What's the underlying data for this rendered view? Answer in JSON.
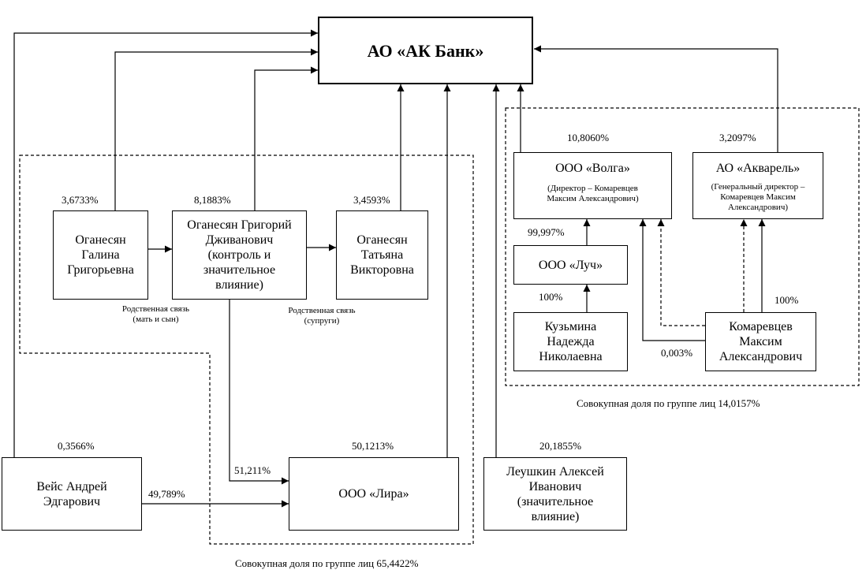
{
  "entities": {
    "bank": "АО «АК Банк»",
    "galina": "Оганесян\nГалина\nГригорьевна",
    "grigory": "Оганесян Григорий\nДживанович\n(контроль и\nзначительное\nвлияние)",
    "tatyana": "Оганесян\nТатьяна\nВикторовна",
    "veis": "Вейс Андрей\nЭдгарович",
    "lira": "ООО «Лира»",
    "leushkin": "Леушкин Алексей\nИванович\n(значительное\nвлияние)",
    "volga": {
      "name": "ООО «Волга»",
      "director": "(Директор – Комаревцев\nМаксим Александрович)"
    },
    "akvarel": {
      "name": "АО «Акварель»",
      "director": "(Генеральный директор –\nКомаревцев Максим\nАлександрович)"
    },
    "luch": "ООО «Луч»",
    "kuzmina": "Кузьмина\nНадежда\nНиколаевна",
    "komarevtsev": "Комаревцев\nМаксим\nАлександрович"
  },
  "shares": {
    "galina": "3,6733%",
    "grigory": "8,1883%",
    "tatyana": "3,4593%",
    "veis": "0,3566%",
    "lira": "50,1213%",
    "leushkin": "20,1855%",
    "volga": "10,8060%",
    "akvarel": "3,2097%",
    "grigory_lira": "51,211%",
    "veis_lira": "49,789%",
    "luch_volga": "99,997%",
    "kuzmina_luch": "100%",
    "komarevtsev_volga": "0,003%",
    "komarevtsev_akvarel": "100%"
  },
  "relations": {
    "galina_grigory": "Родственная связь\n(мать и сын)",
    "grigory_tatyana": "Родственная связь\n(супруги)"
  },
  "groups": {
    "oganesyan_total": "Совокупная доля по группе лиц 65,4422%",
    "komarevtsev_total": "Совокупная доля по группе лиц 14,0157%"
  },
  "colors": {
    "line": "#000000",
    "background": "#ffffff"
  }
}
